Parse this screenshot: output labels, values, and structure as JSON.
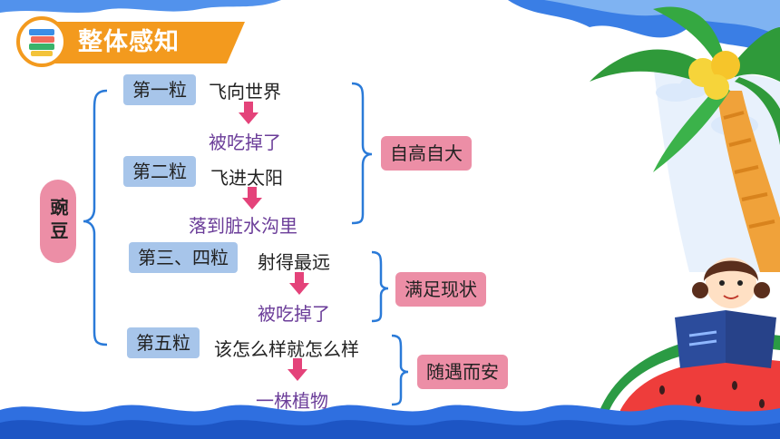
{
  "header": {
    "title": "整体感知"
  },
  "main": {
    "subject": "豌豆",
    "stages": [
      {
        "label": "第一粒",
        "phrase": "飞向世界",
        "result": "被吃掉了"
      },
      {
        "label": "第二粒",
        "phrase": "飞进太阳",
        "result": "落到脏水沟里"
      },
      {
        "label": "第三、四粒",
        "phrase": "射得最远",
        "result": "被吃掉了"
      },
      {
        "label": "第五粒",
        "phrase": "该怎么样就怎么样",
        "result": "一株植物"
      }
    ],
    "verdicts": [
      "自高自大",
      "满足现状",
      "随遇而安"
    ]
  },
  "colors": {
    "accent_orange": "#f39a1e",
    "stage_blue": "#a7c5ea",
    "verdict_pink": "#ec8ea6",
    "result_purple": "#6b3d99",
    "arrow_pink": "#e4437a",
    "wave_blue": "#2f6fe0"
  },
  "icons": [
    "book-stack-icon",
    "down-arrow-icon"
  ]
}
